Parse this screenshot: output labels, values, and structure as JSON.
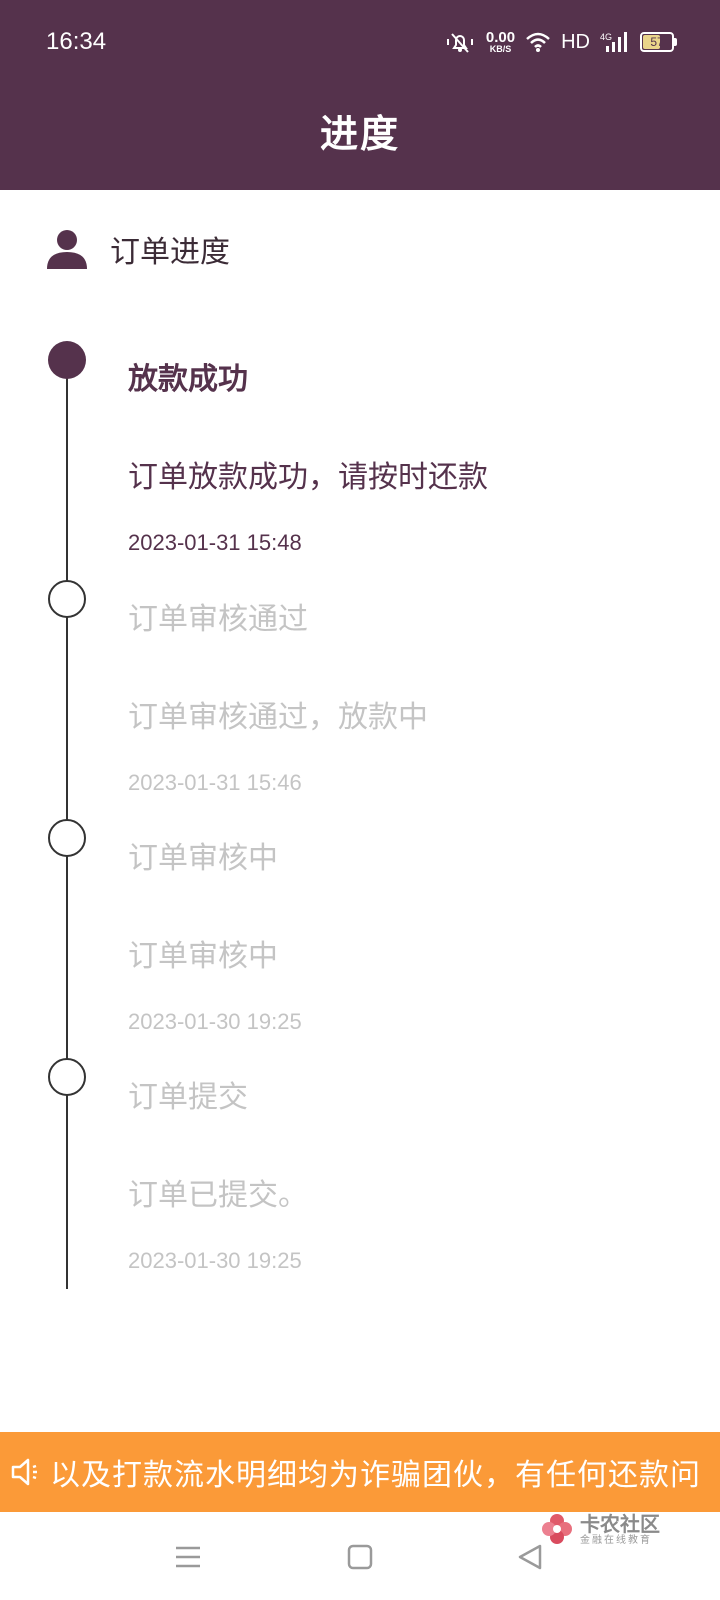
{
  "status_bar": {
    "time": "16:34",
    "net_speed_value": "0.00",
    "net_speed_unit": "KB/S",
    "hd_label": "HD",
    "signal_label": "4G",
    "battery": "57"
  },
  "header": {
    "title": "进度"
  },
  "section": {
    "title": "订单进度",
    "icon": "person-icon"
  },
  "timeline": [
    {
      "title": "放款成功",
      "desc": "订单放款成功，请按时还款",
      "time": "2023-01-31 15:48",
      "active": true
    },
    {
      "title": "订单审核通过",
      "desc": "订单审核通过，放款中",
      "time": "2023-01-31 15:46",
      "active": false
    },
    {
      "title": "订单审核中",
      "desc": "订单审核中",
      "time": "2023-01-30 19:25",
      "active": false
    },
    {
      "title": "订单提交",
      "desc": "订单已提交。",
      "time": "2023-01-30 19:25",
      "active": false
    }
  ],
  "banner": {
    "text": "以及打款流水明细均为诈骗团伙，有任何还款问",
    "icon": "speaker-icon"
  },
  "watermark": {
    "main": "卡农社区",
    "sub": "金融在线教育"
  },
  "colors": {
    "brand": "#55324c",
    "banner": "#fb9a38",
    "inactive": "#c4c4c4"
  }
}
